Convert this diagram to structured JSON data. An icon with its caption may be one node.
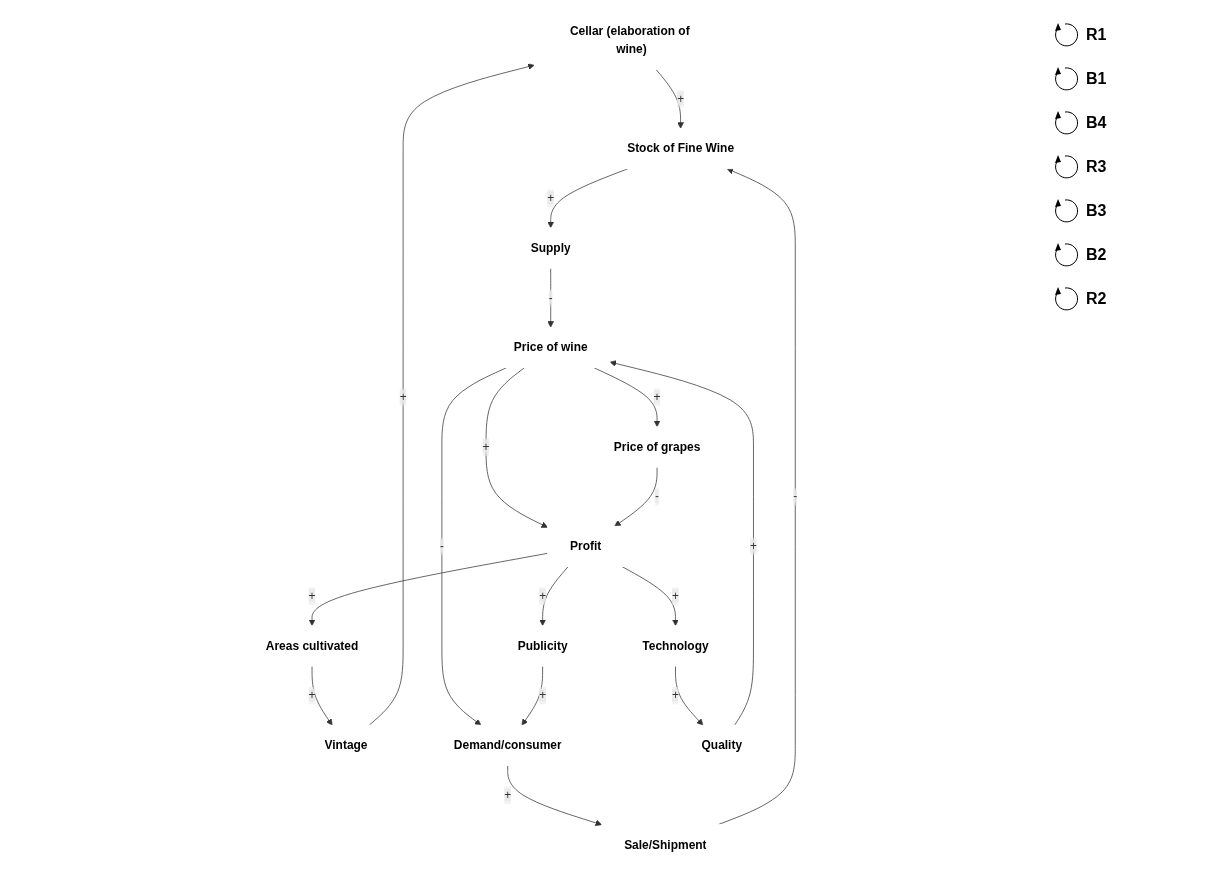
{
  "diagram": {
    "nodes": [
      {
        "text": [
          "Cellar (elaboration of wine)"
        ]
      },
      {
        "text": [
          "Sale/Shipment"
        ]
      },
      {
        "text": [
          "Stock of Fine Wine"
        ]
      },
      {
        "text": [
          "Vintage"
        ]
      },
      {
        "text": [
          "Supply"
        ]
      },
      {
        "text": [
          "Demand/consumer"
        ]
      },
      {
        "text": [
          "Price of wine"
        ]
      },
      {
        "text": [
          "Areas cultivated"
        ]
      },
      {
        "text": [
          "Quality"
        ]
      },
      {
        "text": [
          "Profit"
        ]
      },
      {
        "text": [
          "Technology"
        ]
      },
      {
        "text": [
          "Price of grapes"
        ]
      },
      {
        "text": [
          "Publicity"
        ]
      }
    ],
    "edges": [
      {
        "from": 3,
        "to": 0,
        "arrow": "to",
        "label": "+"
      },
      {
        "from": 0,
        "to": 2,
        "arrow": "to",
        "label": "+"
      },
      {
        "from": 1,
        "to": 2,
        "arrow": "to",
        "label": "-"
      },
      {
        "from": 2,
        "to": 4,
        "arrow": "to",
        "label": "+"
      },
      {
        "from": 4,
        "to": 6,
        "arrow": "to",
        "label": "-"
      },
      {
        "from": 6,
        "to": 5,
        "arrow": "to",
        "label": "-"
      },
      {
        "from": 5,
        "to": 1,
        "arrow": "to",
        "label": "+"
      },
      {
        "from": 6,
        "to": 9,
        "arrow": "to",
        "label": "+"
      },
      {
        "from": 8,
        "to": 6,
        "arrow": "to",
        "label": "+"
      },
      {
        "from": 6,
        "to": 11,
        "arrow": "to",
        "label": "+"
      },
      {
        "from": 10,
        "to": 8,
        "arrow": "to",
        "label": "+"
      },
      {
        "from": 9,
        "to": 10,
        "arrow": "to",
        "label": "+"
      },
      {
        "from": 11,
        "to": 9,
        "arrow": "to",
        "label": "-"
      },
      {
        "from": 9,
        "to": 12,
        "arrow": "to",
        "label": "+"
      },
      {
        "from": 12,
        "to": 5,
        "arrow": "to",
        "label": "+"
      },
      {
        "from": 9,
        "to": 7,
        "arrow": "to",
        "label": "+"
      },
      {
        "from": 7,
        "to": 3,
        "arrow": "to",
        "label": "+"
      }
    ],
    "labels": [
      "R1",
      "B1",
      "B4",
      "R3",
      "B3",
      "B2",
      "R2"
    ]
  }
}
